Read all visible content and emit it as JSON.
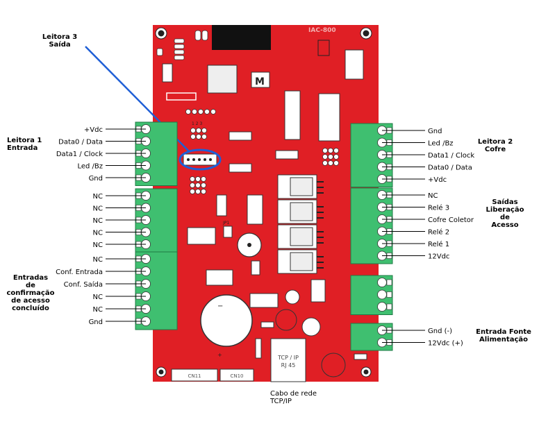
{
  "headers": {
    "leitora3": [
      "Leitora 3",
      "Saída"
    ],
    "leitora1": [
      "Leitora 1",
      "Entrada"
    ],
    "leitora2": [
      "Leitora 2",
      "Cofre"
    ],
    "saidas": [
      "Saídas",
      "Liberação",
      "de",
      "Acesso"
    ],
    "entradas": [
      "Entradas",
      "de",
      "confirmação",
      "de acesso",
      "concluído"
    ],
    "fonte": [
      "Entrada Fonte",
      "Alimentação"
    ],
    "rede": [
      "Cabo de rede",
      "TCP/IP"
    ]
  },
  "left_pins": {
    "leitora1": [
      "+Vdc",
      "Data0 / Data",
      "Data1 / Clock",
      "Led /Bz",
      "Gnd"
    ],
    "nc_block": [
      "NC",
      "NC",
      "NC",
      "NC",
      "NC"
    ],
    "entradas": [
      "NC",
      "Conf. Entrada",
      "Conf. Saída",
      "NC",
      "NC",
      "Gnd"
    ]
  },
  "right_pins": {
    "leitora2": [
      "Gnd",
      "Led /Bz",
      "Data1 / Clock",
      "Data0 / Data",
      "+Vdc"
    ],
    "saidas": [
      "NC",
      "Relé 3",
      "Cofre Coletor",
      "Relé 2",
      "Relé 1",
      "12Vdc"
    ],
    "fonte": [
      "Gnd (-)",
      "12Vdc (+)"
    ]
  },
  "board": {
    "model": "IAC-800",
    "rj45": [
      "TCP / IP",
      "RJ 45"
    ],
    "cn11": "CN11",
    "cn10": "CN10",
    "header_nums": "1 2 3",
    "jumper": "JP1"
  },
  "colors": {
    "board": "#e01f25",
    "terminal": "#3fbf70",
    "pointer": "#1f5fd6"
  }
}
